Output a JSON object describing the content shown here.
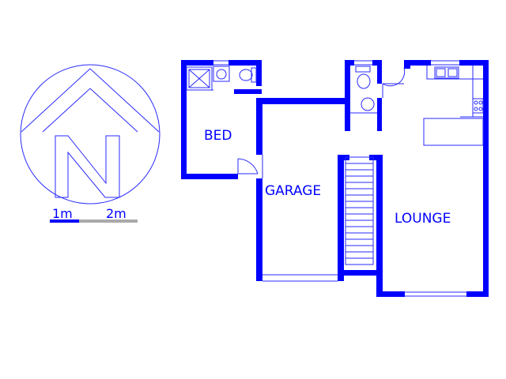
{
  "colors": {
    "wall": "#0000ff",
    "thin": "#2a2aff",
    "scale_grey": "#aaaaaa",
    "background": "#ffffff"
  },
  "compass": {
    "letter": "N"
  },
  "scale": {
    "label_1": "1m",
    "label_2": "2m"
  },
  "rooms": {
    "bed": "BED",
    "garage": "GARAGE",
    "lounge": "LOUNGE"
  },
  "icons": [
    "north-arrow-icon",
    "shower-icon",
    "basin-icon",
    "toilet-icon",
    "stairs-icon",
    "sink-icon",
    "stove-icon",
    "door-swing-icon"
  ]
}
